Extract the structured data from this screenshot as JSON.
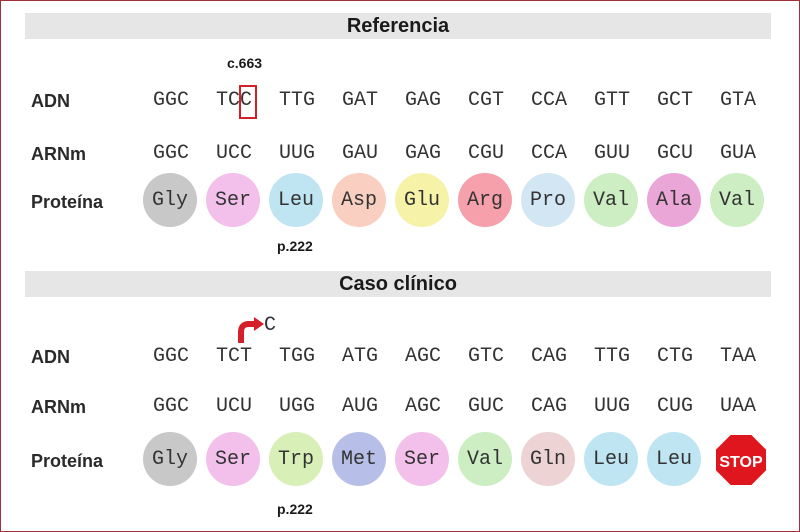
{
  "reference": {
    "title": "Referencia",
    "dna_label": "ADN",
    "mrna_label": "ARNm",
    "protein_label": "Proteína",
    "mutation_position": "c.663",
    "protein_position": "p.222",
    "dna": [
      "GGC",
      "TCC",
      "TTG",
      "GAT",
      "GAG",
      "CGT",
      "CCA",
      "GTT",
      "GCT",
      "GTA"
    ],
    "mrna": [
      "GGC",
      "UCC",
      "UUG",
      "GAU",
      "GAG",
      "CGU",
      "CCA",
      "GUU",
      "GCU",
      "GUA"
    ],
    "protein": [
      {
        "name": "Gly",
        "color": "#c8c8c8"
      },
      {
        "name": "Ser",
        "color": "#f2c0ea"
      },
      {
        "name": "Leu",
        "color": "#bfe5f3"
      },
      {
        "name": "Asp",
        "color": "#f8cfc0"
      },
      {
        "name": "Glu",
        "color": "#f6f3a9"
      },
      {
        "name": "Arg",
        "color": "#f5a0aa"
      },
      {
        "name": "Pro",
        "color": "#d3e6f4"
      },
      {
        "name": "Val",
        "color": "#cdeec2"
      },
      {
        "name": "Ala",
        "color": "#eaa6d6"
      },
      {
        "name": "Val",
        "color": "#cdeec2"
      }
    ]
  },
  "clinical": {
    "title": "Caso clínico",
    "dna_label": "ADN",
    "mrna_label": "ARNm",
    "protein_label": "Proteína",
    "inserted_base": "C",
    "protein_position": "p.222",
    "dna": [
      "GGC",
      "TCT",
      "TGG",
      "ATG",
      "AGC",
      "GTC",
      "CAG",
      "TTG",
      "CTG",
      "TAA"
    ],
    "mrna": [
      "GGC",
      "UCU",
      "UGG",
      "AUG",
      "AGC",
      "GUC",
      "CAG",
      "UUG",
      "CUG",
      "UAA"
    ],
    "protein": [
      {
        "name": "Gly",
        "color": "#c8c8c8"
      },
      {
        "name": "Ser",
        "color": "#f2c0ea"
      },
      {
        "name": "Trp",
        "color": "#d9efb8"
      },
      {
        "name": "Met",
        "color": "#b7bfe8"
      },
      {
        "name": "Ser",
        "color": "#f2c0ea"
      },
      {
        "name": "Val",
        "color": "#cdeec2"
      },
      {
        "name": "Gln",
        "color": "#edd3d3"
      },
      {
        "name": "Leu",
        "color": "#bfe5f3"
      },
      {
        "name": "Leu",
        "color": "#bfe5f3"
      }
    ],
    "stop_label": "STOP"
  },
  "colors": {
    "frame": "#a0303c",
    "highlight": "#d4202a",
    "stop": "#e0161e"
  }
}
